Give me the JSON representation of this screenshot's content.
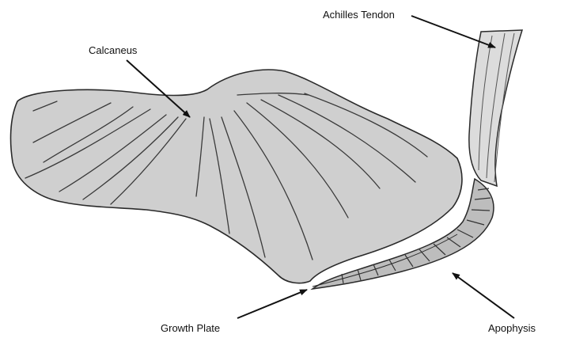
{
  "labels": {
    "calcaneus": "Calcaneus",
    "achilles_tendon": "Achilles Tendon",
    "growth_plate": "Growth Plate",
    "apophysis": "Apophysis"
  },
  "colors": {
    "bone_fill": "#cfcfcf",
    "outline": "#2a2a2a",
    "tendon_fill": "#dcdcdc",
    "apophysis_fill": "#bdbdbd",
    "background": "#ffffff"
  }
}
